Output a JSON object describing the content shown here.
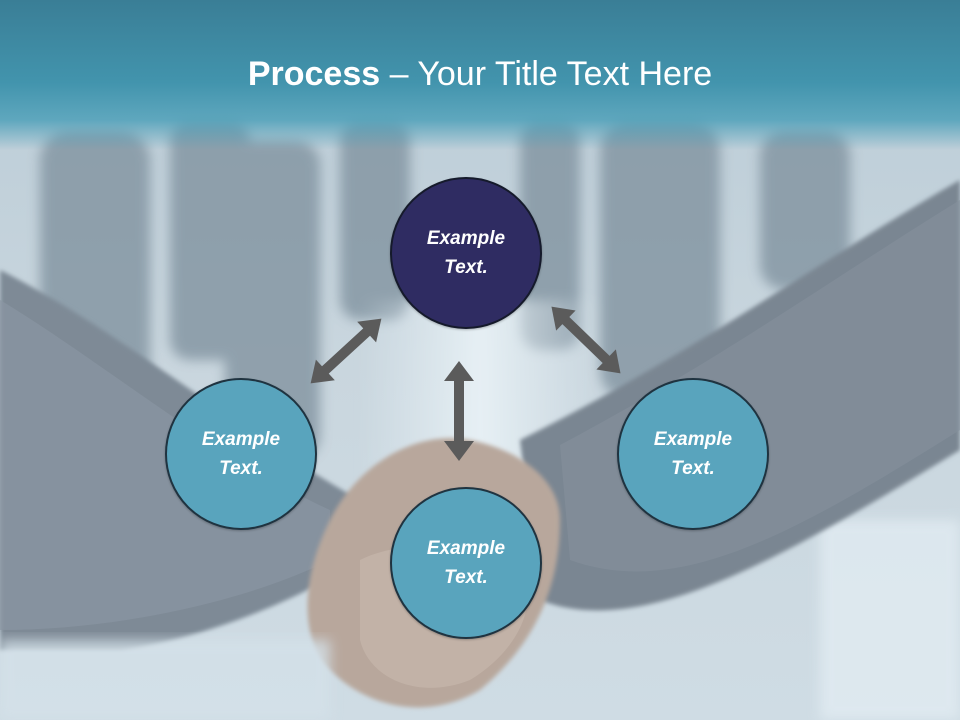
{
  "slide": {
    "title_bold": "Process",
    "title_rest": " – Your Title Text Here"
  },
  "nodes": {
    "top": {
      "line1": "Example",
      "line2": "Text."
    },
    "left": {
      "line1": "Example",
      "line2": "Text."
    },
    "right": {
      "line1": "Example",
      "line2": "Text."
    },
    "bottom": {
      "line1": "Example",
      "line2": "Text."
    }
  },
  "colors": {
    "header": "#4294ad",
    "node_primary": "#2f2c62",
    "node_secondary": "#59a4bd",
    "arrow": "#5b5b5b",
    "title_text": "#ffffff"
  },
  "background": {
    "subject": "business-handshake-photo-icon"
  }
}
